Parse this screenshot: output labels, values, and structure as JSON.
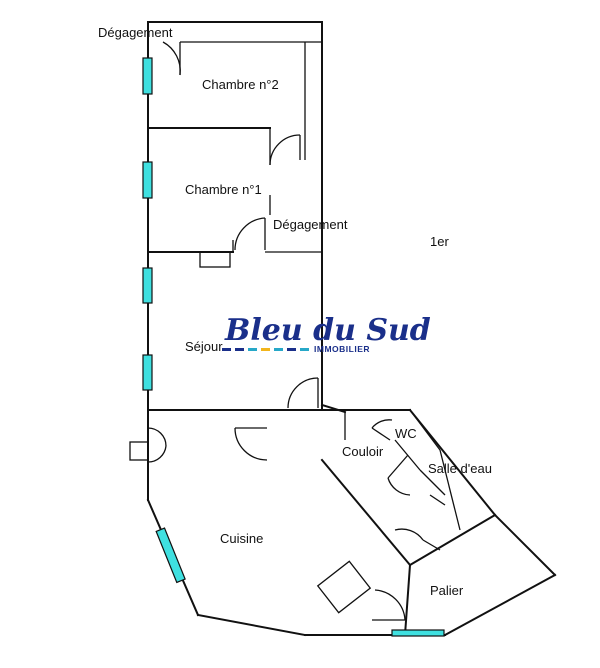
{
  "rooms": {
    "degagement_top": "Dégagement",
    "chambre2": "Chambre n°2",
    "chambre1": "Chambre n°1",
    "degagement_mid": "Dégagement",
    "floor": "1er",
    "sejour": "Séjour",
    "wc": "WC",
    "couloir": "Couloir",
    "salle_eau": "Salle d'eau",
    "cuisine": "Cuisine",
    "palier": "Palier"
  },
  "logo": {
    "name": "Bleu du Sud",
    "tagline": "IMMOBILIER",
    "color": "#1a2f8a",
    "dash_colors": [
      "#1a2f8a",
      "#1a2f8a",
      "#27a8c8",
      "#f2b51c",
      "#27a8c8",
      "#1a2f8a",
      "#27a8c8"
    ]
  },
  "colors": {
    "window": "#3fe0e0",
    "wall": "#111111"
  }
}
